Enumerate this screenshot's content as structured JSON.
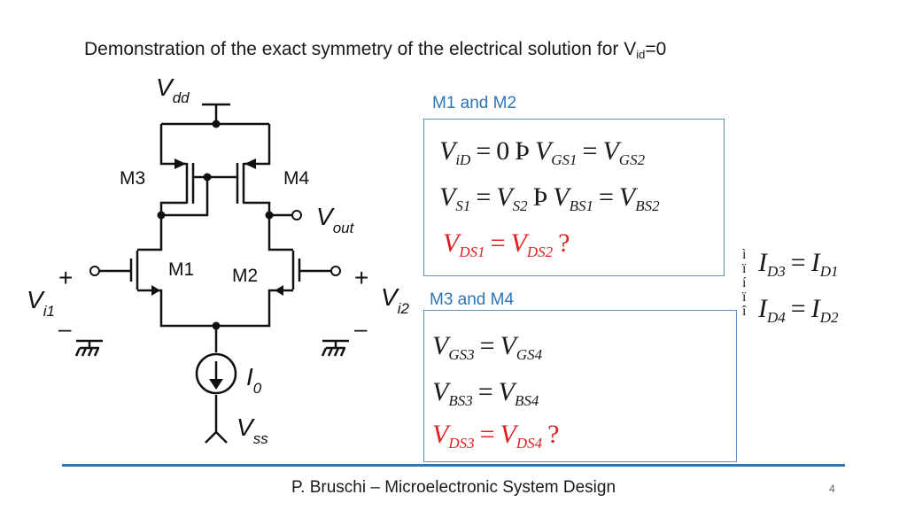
{
  "title": {
    "text": "Demonstration of the exact symmetry of the electrical solution for V",
    "sub": "id",
    "suffix": "=0"
  },
  "circuit": {
    "vdd": {
      "main": "V",
      "sub": "dd"
    },
    "vss": {
      "main": "V",
      "sub": "ss"
    },
    "vout": {
      "main": "V",
      "sub": "out"
    },
    "vi1": {
      "main": "V",
      "sub": "i1"
    },
    "vi2": {
      "main": "V",
      "sub": "i2"
    },
    "i0": {
      "main": "I",
      "sub": "0"
    },
    "m1": "M1",
    "m2": "M2",
    "m3": "M3",
    "m4": "M4",
    "plus": "+",
    "minus": "–"
  },
  "section1": {
    "label": "M1 and M2",
    "line1": {
      "a": "V",
      "as": "iD",
      "eq": "=",
      "zero": "0",
      "impl": "Þ",
      "b": "V",
      "bs": "GS1",
      "eq2": "=",
      "c": "V",
      "cs": "GS2"
    },
    "line2": {
      "a": "V",
      "as": "S1",
      "eq": "=",
      "b": "V",
      "bs": "S2",
      "impl": "Þ",
      "c": "V",
      "cs": "BS1",
      "eq2": "=",
      "d": "V",
      "ds": "BS2"
    },
    "line3": {
      "a": "V",
      "as": "DS1",
      "eq": "=",
      "b": "V",
      "bs": "DS2",
      "q": "?"
    }
  },
  "section2": {
    "label": "M3 and M4",
    "line1": {
      "a": "V",
      "as": "GS3",
      "eq": "=",
      "b": "V",
      "bs": "GS4"
    },
    "line2": {
      "a": "V",
      "as": "BS3",
      "eq": "=",
      "b": "V",
      "bs": "BS4"
    },
    "line3": {
      "a": "V",
      "as": "DS3",
      "eq": "=",
      "b": "V",
      "bs": "DS4",
      "q": "?"
    }
  },
  "side": {
    "brace_top": "ì",
    "brace_mid1": "ï",
    "brace_mid2": "í",
    "brace_mid3": "ï",
    "brace_bot": "î",
    "row1": {
      "a": "I",
      "as": "D3",
      "eq": "=",
      "b": "I",
      "bs": "D1"
    },
    "row2": {
      "a": "I",
      "as": "D4",
      "eq": "=",
      "b": "I",
      "bs": "D2"
    }
  },
  "footer": {
    "text": "P. Bruschi – Microelectronic System Design",
    "page": "4"
  },
  "colors": {
    "accent": "#2e75b6",
    "box_border": "#5b8ec8",
    "highlight": "#e02020"
  }
}
